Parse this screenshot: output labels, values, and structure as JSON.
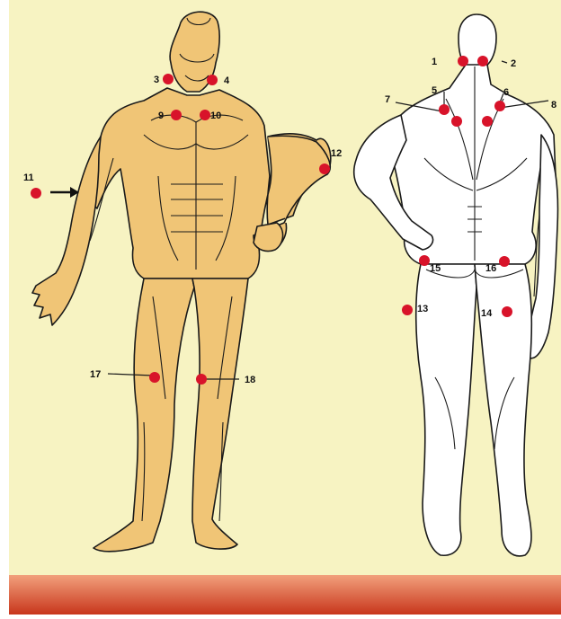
{
  "colors": {
    "background": "#f7f3c2",
    "front_figure": "#f0c576",
    "back_figure": "#ffffff",
    "outline": "#1a1a1a",
    "point": "#d8132a",
    "bottom_bar_top": "#f2a07c",
    "bottom_bar_bottom": "#c8361c"
  },
  "front_points": [
    {
      "label": "3"
    },
    {
      "label": "4"
    },
    {
      "label": "9"
    },
    {
      "label": "10"
    },
    {
      "label": "11"
    },
    {
      "label": "12"
    },
    {
      "label": "17"
    },
    {
      "label": "18"
    }
  ],
  "back_points": [
    {
      "label": "1"
    },
    {
      "label": "2"
    },
    {
      "label": "5"
    },
    {
      "label": "6"
    },
    {
      "label": "7"
    },
    {
      "label": "8"
    },
    {
      "label": "15"
    },
    {
      "label": "16"
    },
    {
      "label": "13"
    },
    {
      "label": "14"
    }
  ],
  "arrow": {
    "icon": "right-arrow-icon"
  }
}
